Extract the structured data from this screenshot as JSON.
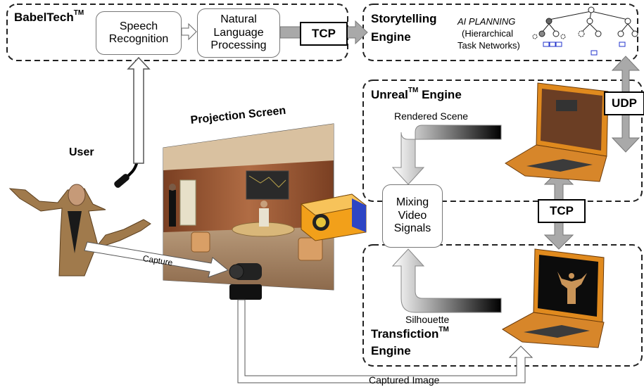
{
  "babeltech": {
    "title": "BabelTech",
    "trademark": "TM",
    "speech_recognition": "Speech\nRecognition",
    "nlp": "Natural\nLanguage\nProcessing"
  },
  "tcp_top": "TCP",
  "storytelling": {
    "title_line1": "Storytelling",
    "title_line2": "Engine",
    "planning_line1": "AI PLANNING",
    "planning_line2": "(Hierarchical",
    "planning_line3": "Task Networks)"
  },
  "unreal": {
    "title": "Unreal",
    "trademark": "TM",
    "title_suffix": " Engine",
    "rendered_scene": "Rendered Scene"
  },
  "udp": "UDP",
  "tcp_mid": "TCP",
  "mixing": "Mixing\nVideo\nSignals",
  "projection_screen": "Projection Screen",
  "user": "User",
  "capture": "Capture",
  "silhouette": "Silhouette",
  "transfiction": {
    "title": "Transfiction",
    "trademark": "TM",
    "title_line2": "Engine"
  },
  "captured_image": "Captured Image",
  "colors": {
    "arrow_gray": "#a9a9a9",
    "laptop_orange": "#e08a1e",
    "projector_orange": "#f2a01a",
    "projector_blue": "#2d45c4",
    "room_wood": "#9c5a3c"
  }
}
